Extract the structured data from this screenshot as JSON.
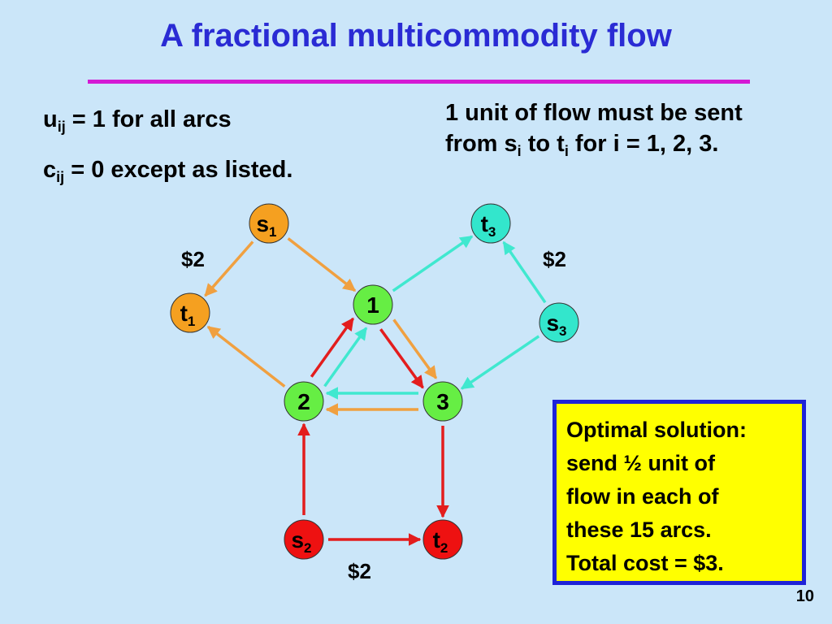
{
  "title": "A fractional multicommodity flow",
  "conditions": {
    "u_main": "u",
    "u_sub": "ij",
    "u_rest": " = 1 for all arcs",
    "c_main": "c",
    "c_sub": "ij",
    "c_rest": " = 0 except as listed."
  },
  "requirement": {
    "line1": "1 unit of flow must be sent",
    "line2_a": "from s",
    "line2_sub1": "i",
    "line2_b": " to t",
    "line2_sub2": "i",
    "line2_c": " for i = 1, 2, 3."
  },
  "colors": {
    "orange": "#f5a020",
    "cyan": "#33e6cc",
    "green": "#66ee44",
    "red": "#ee1111",
    "arrow_orange": "#f0a040",
    "arrow_cyan": "#40e8cf",
    "arrow_red": "#e31d1d"
  },
  "nodes": [
    {
      "id": "s1",
      "main": "s",
      "sub": "1",
      "color": "orange"
    },
    {
      "id": "t1",
      "main": "t",
      "sub": "1",
      "color": "orange"
    },
    {
      "id": "t3",
      "main": "t",
      "sub": "3",
      "color": "cyan"
    },
    {
      "id": "s3",
      "main": "s",
      "sub": "3",
      "color": "cyan"
    },
    {
      "id": "n1",
      "main": "1",
      "sub": "",
      "color": "green"
    },
    {
      "id": "n2",
      "main": "2",
      "sub": "",
      "color": "green"
    },
    {
      "id": "n3",
      "main": "3",
      "sub": "",
      "color": "green"
    },
    {
      "id": "s2",
      "main": "s",
      "sub": "2",
      "color": "red"
    },
    {
      "id": "t2",
      "main": "t",
      "sub": "2",
      "color": "red"
    }
  ],
  "arcs": [
    {
      "from": "s1",
      "to": "t1",
      "commodity": "orange"
    },
    {
      "from": "s1",
      "to": "n1",
      "commodity": "orange"
    },
    {
      "from": "n1",
      "to": "n3",
      "commodity": "orange"
    },
    {
      "from": "n3",
      "to": "n2",
      "commodity": "orange"
    },
    {
      "from": "n2",
      "to": "t1",
      "commodity": "orange"
    },
    {
      "from": "s3",
      "to": "t3",
      "commodity": "cyan"
    },
    {
      "from": "n1",
      "to": "t3",
      "commodity": "cyan"
    },
    {
      "from": "s3",
      "to": "n3",
      "commodity": "cyan"
    },
    {
      "from": "n3",
      "to": "n2",
      "commodity": "cyan"
    },
    {
      "from": "n2",
      "to": "n1",
      "commodity": "cyan"
    },
    {
      "from": "s2",
      "to": "n2",
      "commodity": "red"
    },
    {
      "from": "n2",
      "to": "n1",
      "commodity": "red"
    },
    {
      "from": "n1",
      "to": "n3",
      "commodity": "red"
    },
    {
      "from": "n3",
      "to": "t2",
      "commodity": "red"
    },
    {
      "from": "s2",
      "to": "t2",
      "commodity": "red"
    }
  ],
  "costs": [
    {
      "id": "cost-s1-t1",
      "label": "$2"
    },
    {
      "id": "cost-s3-t3",
      "label": "$2"
    },
    {
      "id": "cost-s2-t2",
      "label": "$2"
    }
  ],
  "solution": {
    "lines": [
      "Optimal solution:",
      "send ½ unit of",
      "flow in each of",
      "these 15 arcs.",
      "Total cost = $3."
    ]
  },
  "page_number": "10"
}
